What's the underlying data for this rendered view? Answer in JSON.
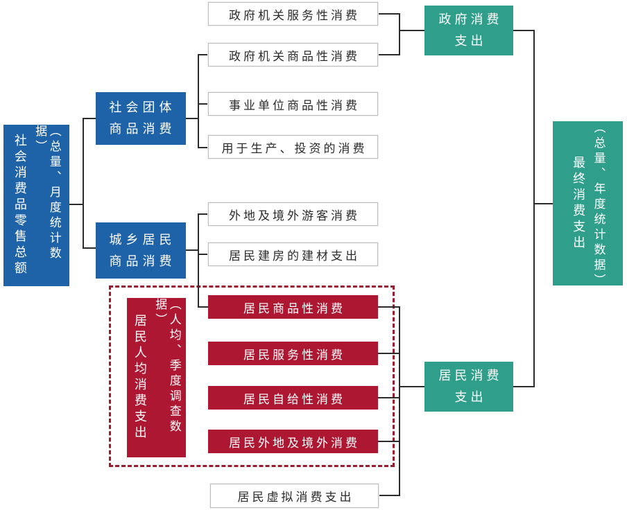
{
  "colors": {
    "blue": "#1e63a8",
    "teal": "#2f9e8a",
    "red": "#ad1732",
    "dashed_border": "#9b1b2e"
  },
  "nodes": {
    "left_root": {
      "main": "社会消费品零售总额",
      "annotation": "（总量、月度统计数据）"
    },
    "right_root": {
      "main": "最终消费支出",
      "annotation": "（总量、年度统计数据）"
    },
    "survey_root": {
      "main": "居民人均消费支出",
      "annotation": "（人均、季度调查数据）"
    },
    "blue": [
      {
        "line1": "社会团体",
        "line2": "商品消费"
      },
      {
        "line1": "城乡居民",
        "line2": "商品消费"
      }
    ],
    "teal": [
      {
        "line1": "政府消费",
        "line2": "支出"
      },
      {
        "line1": "居民消费",
        "line2": "支出"
      }
    ],
    "white": [
      {
        "label": "政府机关服务性消费"
      },
      {
        "label": "政府机关商品性消费"
      },
      {
        "label": "事业单位商品性消费"
      },
      {
        "label": "用于生产、投资的消费"
      },
      {
        "label": "外地及境外游客消费"
      },
      {
        "label": "居民建房的建材支出"
      },
      {
        "label": "居民虚拟消费支出"
      }
    ],
    "red": [
      {
        "label": "居民商品性消费"
      },
      {
        "label": "居民服务性消费"
      },
      {
        "label": "居民自给性消费"
      },
      {
        "label": "居民外地及境外消费"
      }
    ]
  }
}
